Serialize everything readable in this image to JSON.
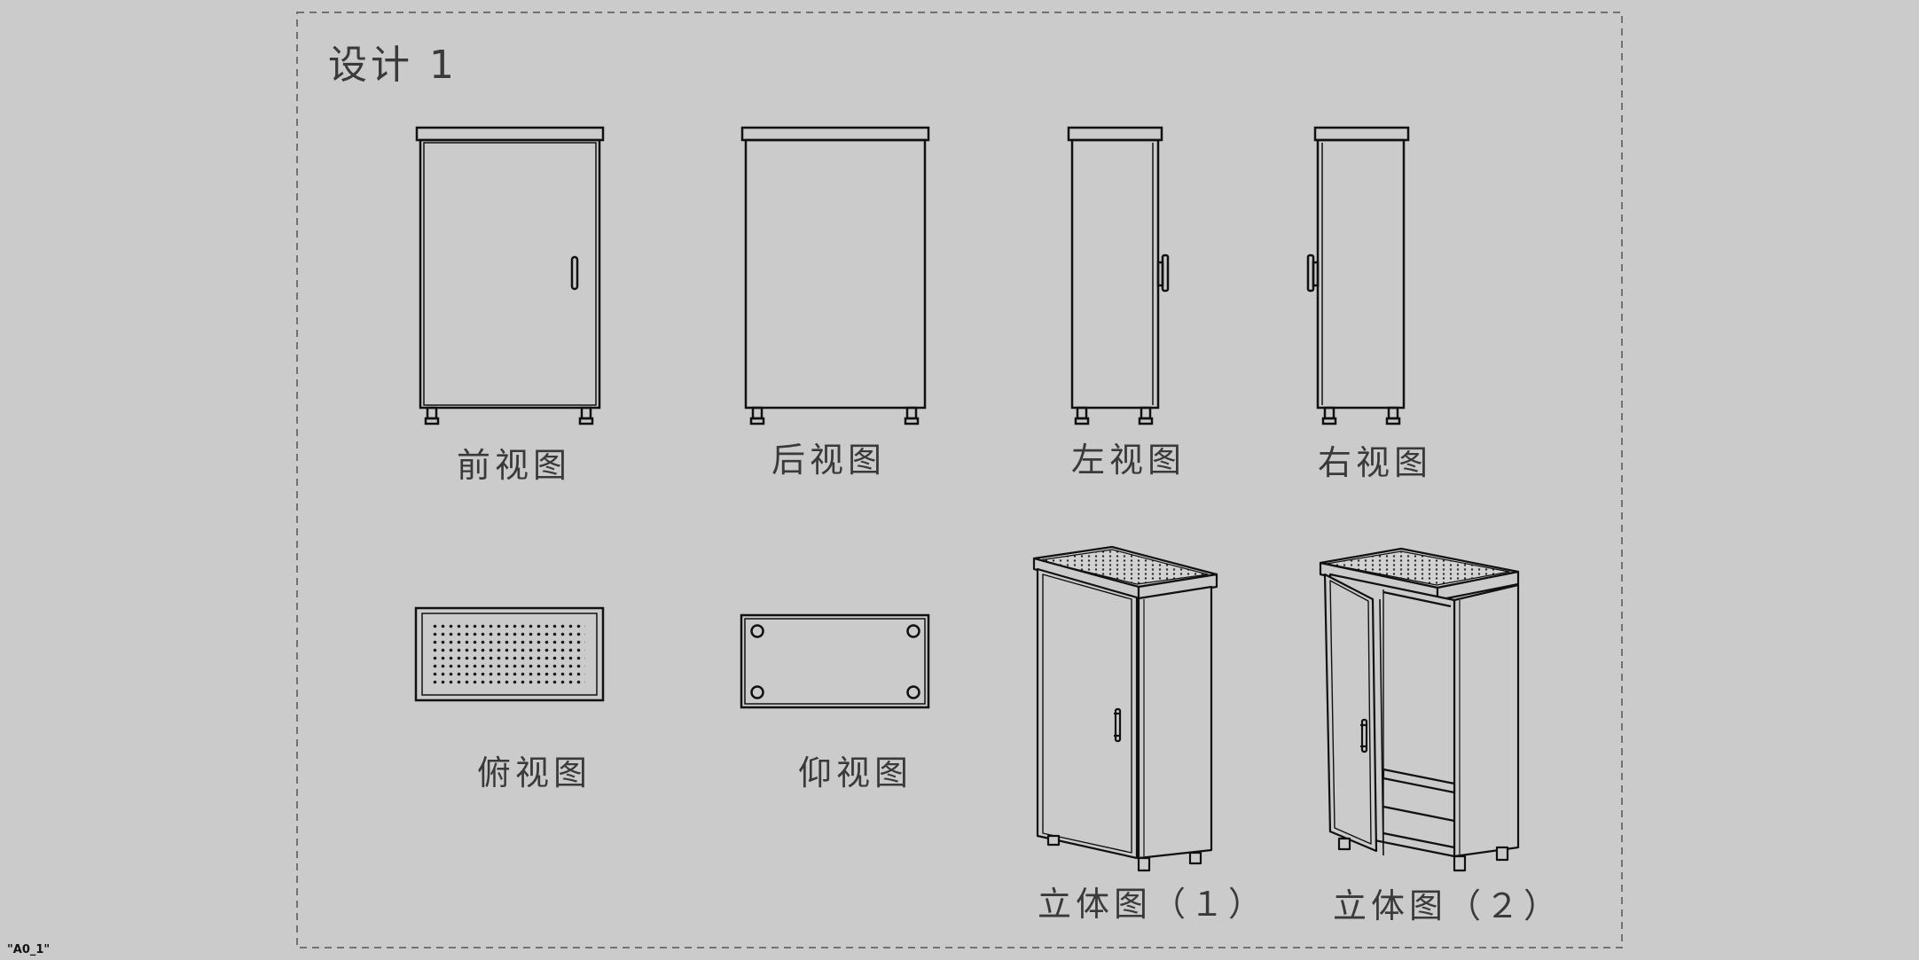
{
  "drawing": {
    "title": "设计 1",
    "sheet_name": "\"A0_1\"",
    "views": {
      "front": "前视图",
      "back": "后视图",
      "left": "左视图",
      "right": "右视图",
      "top": "俯视图",
      "bottom": "仰视图",
      "iso1": "立体图（１）",
      "iso2": "立体图（２）"
    }
  }
}
